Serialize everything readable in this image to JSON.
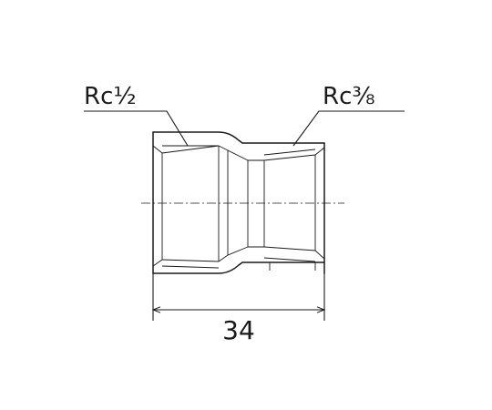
{
  "callouts": {
    "left_thread": "Rc½",
    "right_thread": "Rc⅜"
  },
  "dimension": {
    "overall_length": "34"
  }
}
